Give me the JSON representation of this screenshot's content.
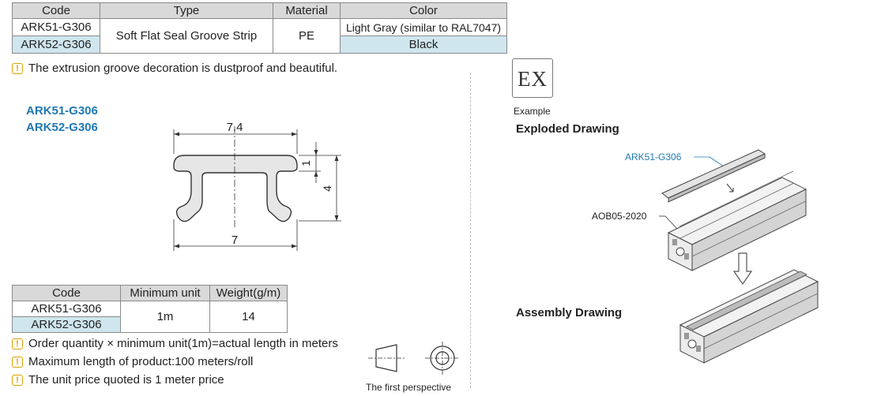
{
  "spec_table": {
    "headers": [
      "Code",
      "Type",
      "Material",
      "Color"
    ],
    "rows": [
      {
        "code": "ARK51-G306",
        "type": "Soft Flat Seal Groove Strip",
        "material": "PE",
        "color": "Light Gray (similar to RAL7047)"
      },
      {
        "code": "ARK52-G306",
        "type": "Soft Flat Seal Groove Strip",
        "material": "PE",
        "color": "Black"
      }
    ]
  },
  "feature_note": "The extrusion groove decoration is dustproof and beautiful.",
  "drawing_codes": [
    "ARK51-G306",
    "ARK52-G306"
  ],
  "dimensions": {
    "top_width": "7.4",
    "bottom_width": "7",
    "lip_height": "1",
    "total_height": "4"
  },
  "order_table": {
    "headers": [
      "Code",
      "Minimum unit",
      "Weight(g/m)"
    ],
    "rows": [
      {
        "code": "ARK51-G306",
        "min_unit": "1m",
        "weight": "14"
      },
      {
        "code": "ARK52-G306",
        "min_unit": "1m",
        "weight": "14"
      }
    ]
  },
  "notes": [
    "Order quantity × minimum unit(1m)=actual length in meters",
    "Maximum length of product:100 meters/roll",
    "The unit price quoted is 1 meter price"
  ],
  "perspective_label": "The first perspective",
  "example": {
    "badge": "EX",
    "badge_caption": "Example",
    "exploded_title": "Exploded Drawing",
    "assembly_title": "Assembly Drawing",
    "callout_strip": "ARK51-G306",
    "callout_profile": "AOB05-2020"
  },
  "colors": {
    "code_blue": "#1f78b4",
    "header_gray": "#d9d9d9",
    "highlight_blue": "#cfe6ef",
    "code_header_purple": "#8a3a8a",
    "warn_orange": "#e0a000"
  }
}
